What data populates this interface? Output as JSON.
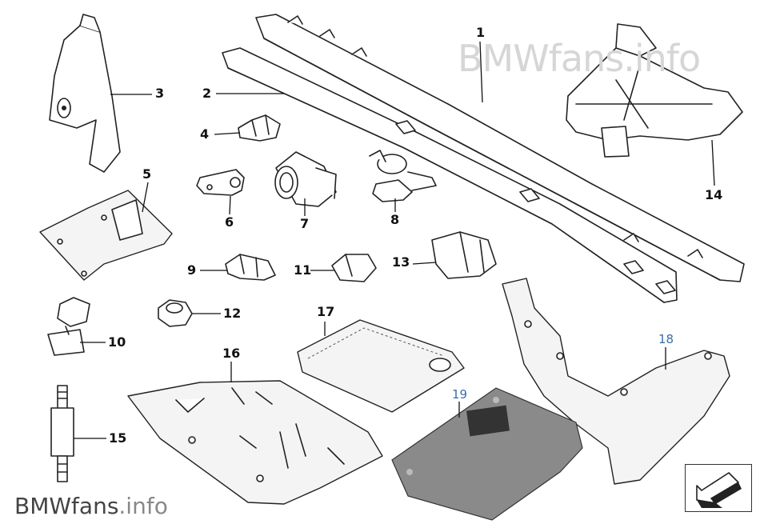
{
  "watermark_top": "BMWfans.info",
  "watermark_bottom": {
    "brand": "BMWfans",
    "suffix": ".info"
  },
  "callouts": [
    {
      "id": "c1",
      "label": "1"
    },
    {
      "id": "c2",
      "label": "2"
    },
    {
      "id": "c3",
      "label": "3"
    },
    {
      "id": "c4",
      "label": "4"
    },
    {
      "id": "c5",
      "label": "5"
    },
    {
      "id": "c6",
      "label": "6"
    },
    {
      "id": "c7",
      "label": "7"
    },
    {
      "id": "c8",
      "label": "8"
    },
    {
      "id": "c9",
      "label": "9"
    },
    {
      "id": "c10",
      "label": "10"
    },
    {
      "id": "c11",
      "label": "11"
    },
    {
      "id": "c12",
      "label": "12"
    },
    {
      "id": "c13",
      "label": "13"
    },
    {
      "id": "c14",
      "label": "14"
    },
    {
      "id": "c15",
      "label": "15"
    },
    {
      "id": "c16",
      "label": "16"
    },
    {
      "id": "c17",
      "label": "17"
    },
    {
      "id": "c18",
      "label": "18"
    },
    {
      "id": "c19",
      "label": "19"
    }
  ],
  "nav": {
    "icon": "arrow-down-left-icon"
  }
}
